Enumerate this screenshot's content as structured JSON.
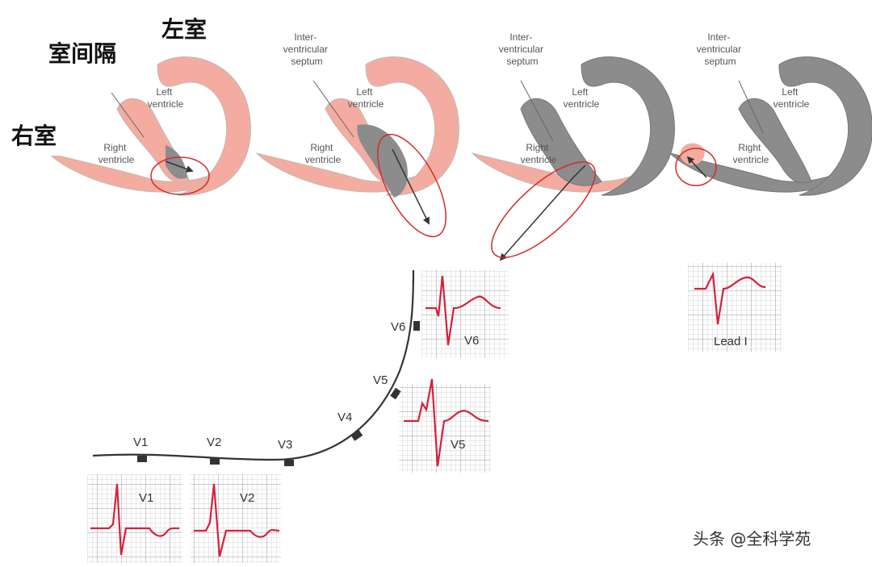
{
  "annotations_cn": {
    "septum": "室间隔",
    "left_ventricle": "左室",
    "right_ventricle": "右室"
  },
  "heart_labels": {
    "septum": [
      "Inter-",
      "ventricular",
      "septum"
    ],
    "left": [
      "Left",
      "ventricle"
    ],
    "right": [
      "Right",
      "ventricle"
    ]
  },
  "leads": {
    "v1": "V1",
    "v2": "V2",
    "v3": "V3",
    "v4": "V4",
    "v5": "V5",
    "v6": "V6",
    "lead_i": "Lead I"
  },
  "watermark": "头条 @全科学苑",
  "colors": {
    "myocardium_pink": "#f4aca0",
    "depolarized_gray": "#8c8c8c",
    "vector_circle": "#d42a2a",
    "ecg_trace": "#d6203a",
    "ecg_grid": "#c9c9c9"
  }
}
